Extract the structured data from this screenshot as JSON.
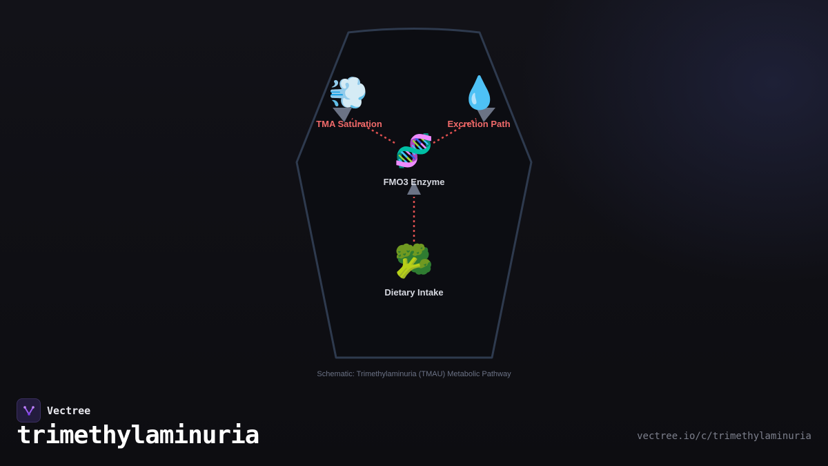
{
  "diagram": {
    "nodes": {
      "tma": {
        "icon": "💨",
        "icon_name": "dash-cloud-icon",
        "label": "TMA Saturation"
      },
      "excretion": {
        "icon": "💧",
        "icon_name": "droplet-icon",
        "label": "Excretion Path"
      },
      "fmo3": {
        "icon": "🧬",
        "icon_name": "dna-icon",
        "label": "FMO3 Enzyme"
      },
      "dietary": {
        "icon": "🥦",
        "icon_name": "broccoli-icon",
        "label": "Dietary Intake"
      }
    },
    "caption": "Schematic: Trimethylaminuria (TMAU) Metabolic Pathway",
    "colors": {
      "outline": "#2e3a4e",
      "connector": "#e05050",
      "arrow": "#6b7385",
      "label_red": "#f06a6a"
    }
  },
  "brand": {
    "name": "Vectree",
    "logo_icon": "vectree-logo-icon"
  },
  "page": {
    "title": "trimethylaminuria",
    "url": "vectree.io/c/trimethylaminuria"
  }
}
